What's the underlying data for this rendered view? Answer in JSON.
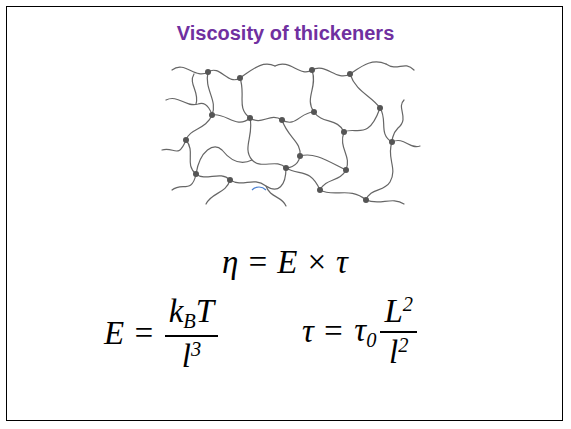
{
  "diagram": {
    "title": "Viscosity of thickeners",
    "labels": [
      "η = E × τ",
      "E =",
      "k",
      "B",
      "T",
      "l",
      "3",
      "τ =",
      "τ",
      "0",
      "L",
      "2",
      "l",
      "2"
    ]
  }
}
